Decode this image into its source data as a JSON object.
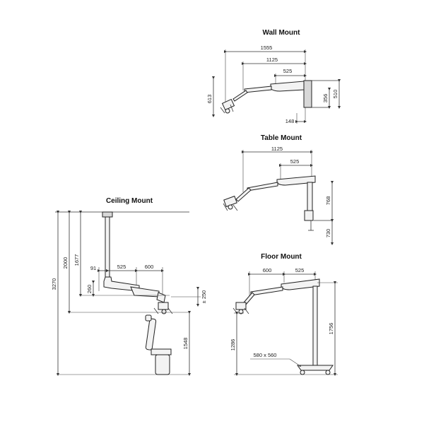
{
  "wall_mount": {
    "title": "Wall Mount",
    "dims": {
      "d1555": "1555",
      "d1125": "1125",
      "d525": "525",
      "d613": "613",
      "d356": "356",
      "d510": "510",
      "d148": "148"
    }
  },
  "table_mount": {
    "title": "Table Mount",
    "dims": {
      "d1125": "1125",
      "d525": "525",
      "d768": "768",
      "d730": "730"
    }
  },
  "ceiling_mount": {
    "title": "Ceiling Mount",
    "dims": {
      "d3270": "3270",
      "d2000": "2000",
      "d1677": "1677",
      "d91": "91",
      "d525": "525",
      "d600": "600",
      "d260": "260",
      "d250": "± 250",
      "d1548": "1548"
    }
  },
  "floor_mount": {
    "title": "Floor Mount",
    "dims": {
      "d600": "600",
      "d525": "525",
      "d1286": "1286",
      "d1756": "1756",
      "d580x560": "580 x 560"
    }
  }
}
